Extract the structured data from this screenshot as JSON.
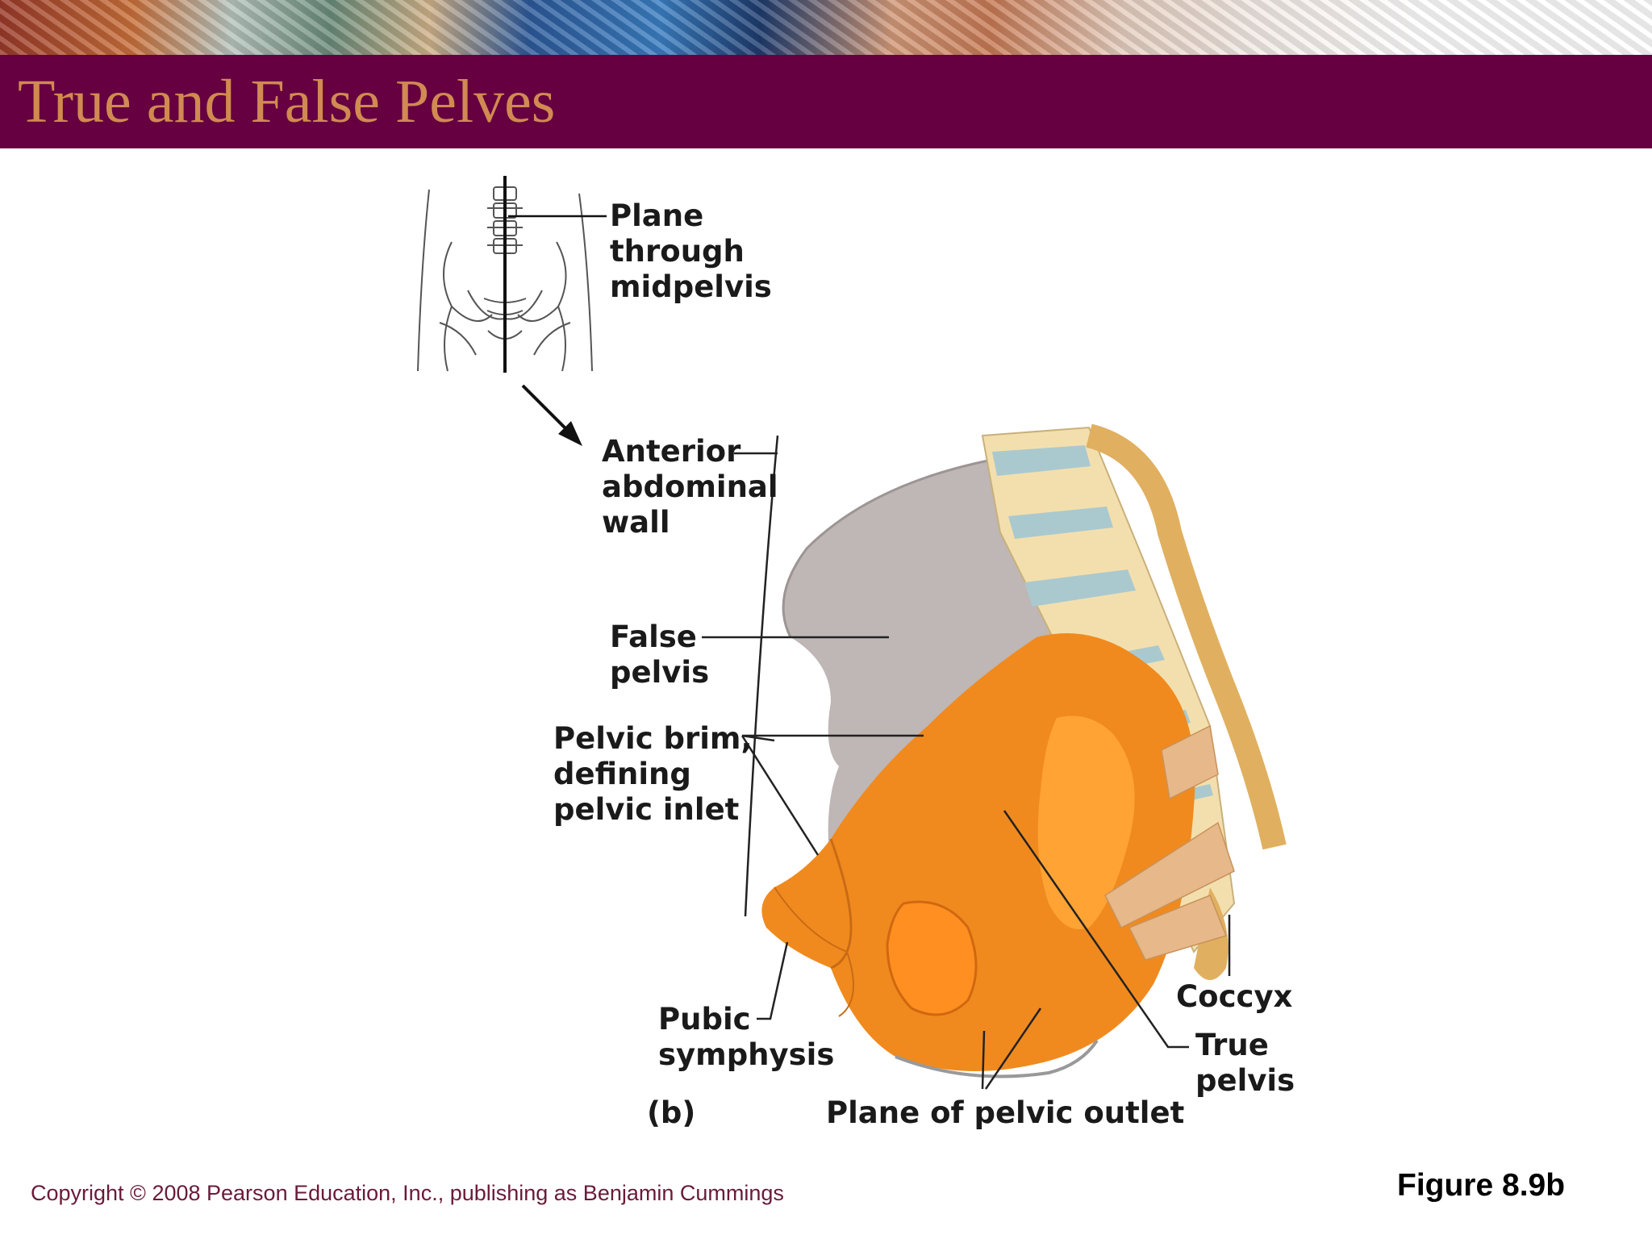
{
  "slide": {
    "title": "True and False Pelves",
    "copyright": "Copyright © 2008 Pearson Education, Inc., publishing as Benjamin Cummings",
    "figure_number": "Figure 8.9b"
  },
  "diagram": {
    "panel_label": "(b)",
    "labels": {
      "plane_midpelvis": [
        "Plane",
        "through",
        "midpelvis"
      ],
      "anterior_wall": [
        "Anterior",
        "abdominal",
        "wall"
      ],
      "false_pelvis": [
        "False",
        "pelvis"
      ],
      "pelvic_brim": [
        "Pelvic brim,",
        "defining",
        "pelvic inlet"
      ],
      "pubic_symphysis": [
        "Pubic",
        "symphysis"
      ],
      "plane_outlet": "Plane of pelvic outlet",
      "coccyx": "Coccyx",
      "true_pelvis": [
        "True",
        "pelvis"
      ]
    },
    "colors": {
      "title_bar": "#660040",
      "title_text": "#d08a52",
      "bone_orange": "#f08a1e",
      "false_pelvis_gray": "#bfb6b6",
      "vertebra_cream": "#f3dfae",
      "disc_blue": "#a9c9cf",
      "ligament_tan": "#e7b889"
    }
  }
}
